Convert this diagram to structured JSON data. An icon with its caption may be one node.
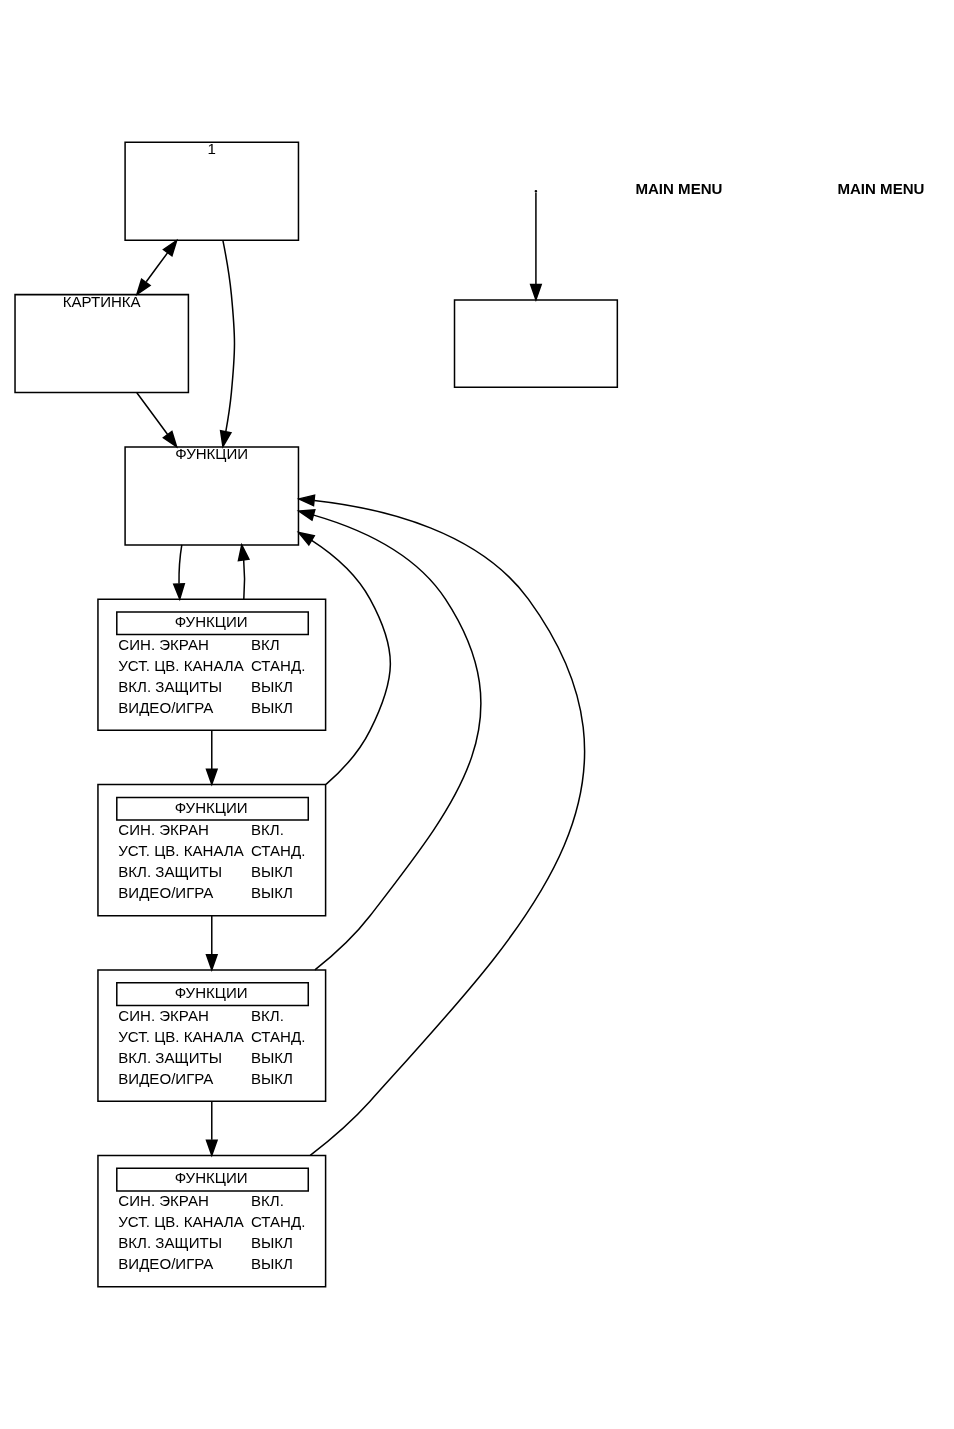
{
  "diagram": {
    "nodes": [
      {
        "text": [
          "1"
        ]
      },
      {
        "text": [
          "КАРТИНКА"
        ]
      },
      {
        "text": [
          "ФУНКЦИИ"
        ]
      },
      {
        "text": [
          "ФУНКЦИИ",
          "СИН. ЭКРАН",
          "ВКЛ",
          "УСТ. ЦВ. КАНАЛА",
          "СТАНД.",
          "ВКЛ. ЗАЩИТЫ",
          "ВЫКЛ",
          "ВИДЕО/ИГРА",
          "ВЫКЛ"
        ]
      },
      {
        "text": [
          "ФУНКЦИИ",
          "СИН. ЭКРАН",
          "ВКЛ.",
          "УСТ. ЦВ. КАНАЛА",
          "СТАНД.",
          "ВКЛ. ЗАЩИТЫ",
          "ВЫКЛ",
          "ВИДЕО/ИГРА",
          "ВЫКЛ"
        ]
      },
      {
        "text": [
          "ФУНКЦИИ",
          "СИН. ЭКРАН",
          "ВКЛ.",
          "УСТ. ЦВ. КАНАЛА",
          "СТАНД.",
          "ВКЛ. ЗАЩИТЫ",
          "ВЫКЛ",
          "ВИДЕО/ИГРА",
          "ВЫКЛ"
        ]
      },
      {
        "text": [
          "ФУНКЦИИ",
          "СИН. ЭКРАН",
          "ВКЛ.",
          "УСТ. ЦВ. КАНАЛА",
          "СТАНД.",
          "ВКЛ. ЗАЩИТЫ",
          "ВЫКЛ",
          "ВИДЕО/ИГРА",
          "ВЫКЛ"
        ]
      },
      {
        "text": [],
        "shape": "box"
      }
    ],
    "edges": [
      {
        "from": 0,
        "to": 1,
        "arrow": "both"
      },
      {
        "from": 0,
        "to": 2,
        "arrow": "to"
      },
      {
        "from": 1,
        "to": 2,
        "arrow": "to"
      },
      {
        "from": 2,
        "to": 3,
        "arrow": "to"
      },
      {
        "from": 3,
        "to": 4,
        "arrow": "to"
      },
      {
        "from": 4,
        "to": 5,
        "arrow": "to"
      },
      {
        "from": 5,
        "to": 6,
        "arrow": "to"
      },
      {
        "from": 3,
        "to": 2,
        "arrow": "to"
      },
      {
        "from": 4,
        "to": 2,
        "arrow": "to"
      },
      {
        "from": 5,
        "to": 2,
        "arrow": "to"
      },
      {
        "from": 6,
        "to": 2,
        "arrow": "to"
      },
      {
        "from": null,
        "to": 7,
        "arrow": "to"
      }
    ],
    "labels": [
      "MAIN MENU",
      "MAIN MENU"
    ]
  }
}
